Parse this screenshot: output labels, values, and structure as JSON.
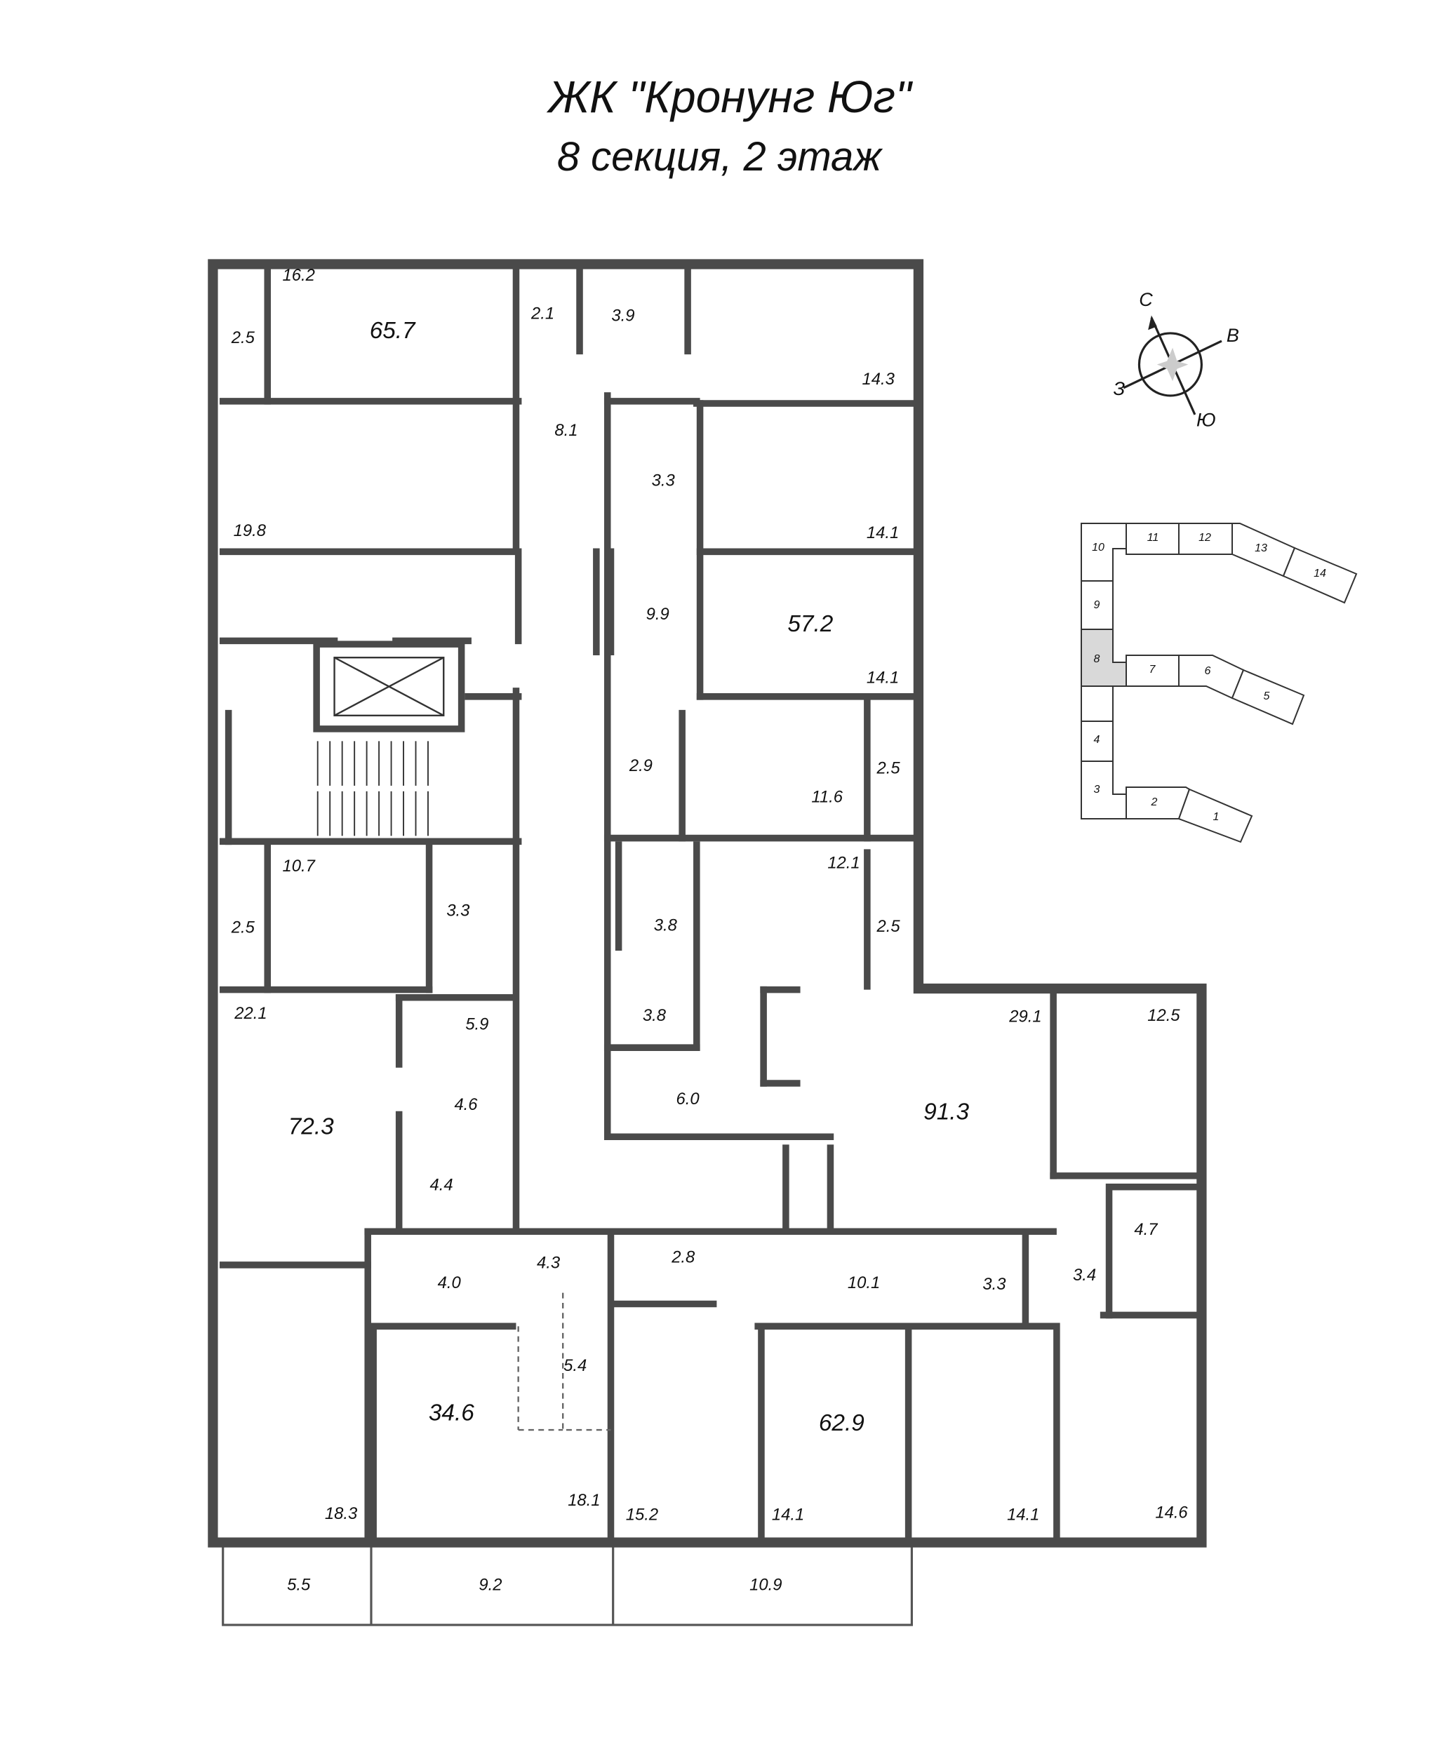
{
  "header": {
    "title": "ЖК \"Кронунг Юг\"",
    "subtitle": "8 секция, 2 этаж"
  },
  "rooms": [
    "16.2",
    "65.7",
    "2.5",
    "2.1",
    "3.9",
    "14.3",
    "8.1",
    "3.3",
    "19.8",
    "14.1",
    "9.9",
    "57.2",
    "14.1",
    "2.9",
    "2.5",
    "11.6",
    "10.7",
    "12.1",
    "3.3",
    "3.8",
    "2.5",
    "2.5",
    "22.1",
    "5.9",
    "3.8",
    "29.1",
    "12.5",
    "4.6",
    "6.0",
    "91.3",
    "72.3",
    "4.4",
    "4.7",
    "4.3",
    "2.8",
    "10.1",
    "4.0",
    "3.3",
    "3.4",
    "5.4",
    "34.6",
    "62.9",
    "18.3",
    "18.1",
    "15.2",
    "14.1",
    "14.1",
    "14.6",
    "5.5",
    "9.2",
    "10.9"
  ],
  "compass": {
    "north": "С",
    "east": "В",
    "west": "З",
    "south": "Ю"
  },
  "key_plan": {
    "sections": [
      "1",
      "2",
      "3",
      "4",
      "5",
      "6",
      "7",
      "8",
      "9",
      "10",
      "11",
      "12",
      "13",
      "14"
    ],
    "highlighted": "8",
    "highlight_color": "#d9d9d9"
  },
  "colors": {
    "wall": "#4a4a4a"
  }
}
